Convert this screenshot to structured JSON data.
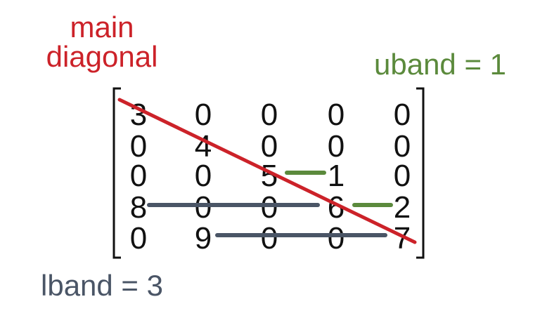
{
  "labels": {
    "main_diagonal_line1": "main",
    "main_diagonal_line2": "diagonal",
    "uband": "uband = 1",
    "lband": "lband = 3"
  },
  "matrix": [
    [
      "3",
      "0",
      "0",
      "0",
      "0"
    ],
    [
      "0",
      "4",
      "0",
      "0",
      "0"
    ],
    [
      "0",
      "0",
      "5",
      "1",
      "0"
    ],
    [
      "8",
      "0",
      "0",
      "6",
      "2"
    ],
    [
      "0",
      "9",
      "0",
      "0",
      "7"
    ]
  ],
  "colors": {
    "main_diagonal": "#cc2229",
    "upper_band": "#5b8a3c",
    "lower_band": "#4a5566",
    "text": "#111111"
  }
}
